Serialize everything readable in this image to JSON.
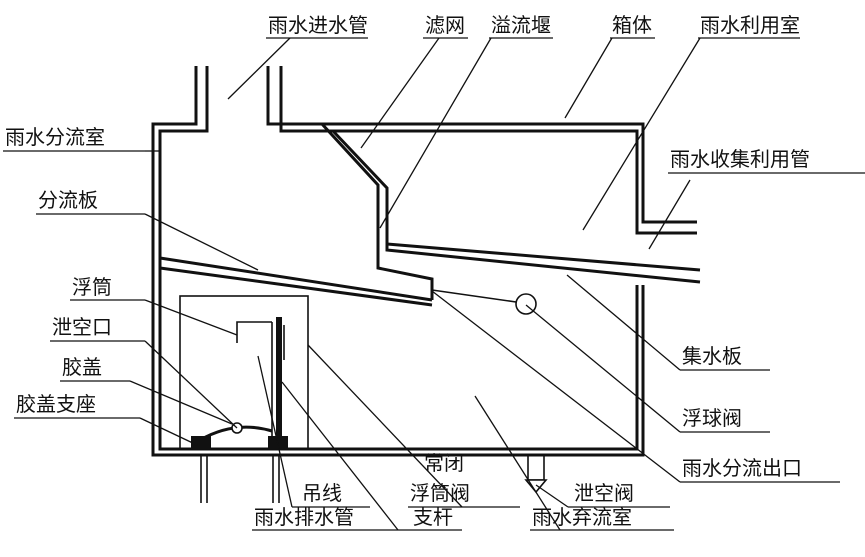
{
  "labels": {
    "inlet_pipe": "雨水进水管",
    "filter_screen": "滤网",
    "overflow_weir": "溢流堰",
    "tank_body": "箱体",
    "utilization_room": "雨水利用室",
    "diversion_room": "雨水分流室",
    "collection_pipe": "雨水收集利用管",
    "diversion_plate": "分流板",
    "float_cylinder": "浮筒",
    "drain_port": "泄空口",
    "rubber_cap": "胶盖",
    "rubber_cap_support": "胶盖支座",
    "water_collecting_plate": "集水板",
    "float_ball_valve": "浮球阀",
    "diversion_outlet": "雨水分流出口",
    "normally_closed_1": "常闭",
    "normally_closed_2": "浮筒阀",
    "drain_valve": "泄空阀",
    "suspension_line": "吊线",
    "discharge_pipe": "雨水排水管",
    "support_rod": "支杆",
    "discard_room": "雨水弃流室"
  },
  "colors": {
    "line": "#111111",
    "background": "#ffffff"
  }
}
